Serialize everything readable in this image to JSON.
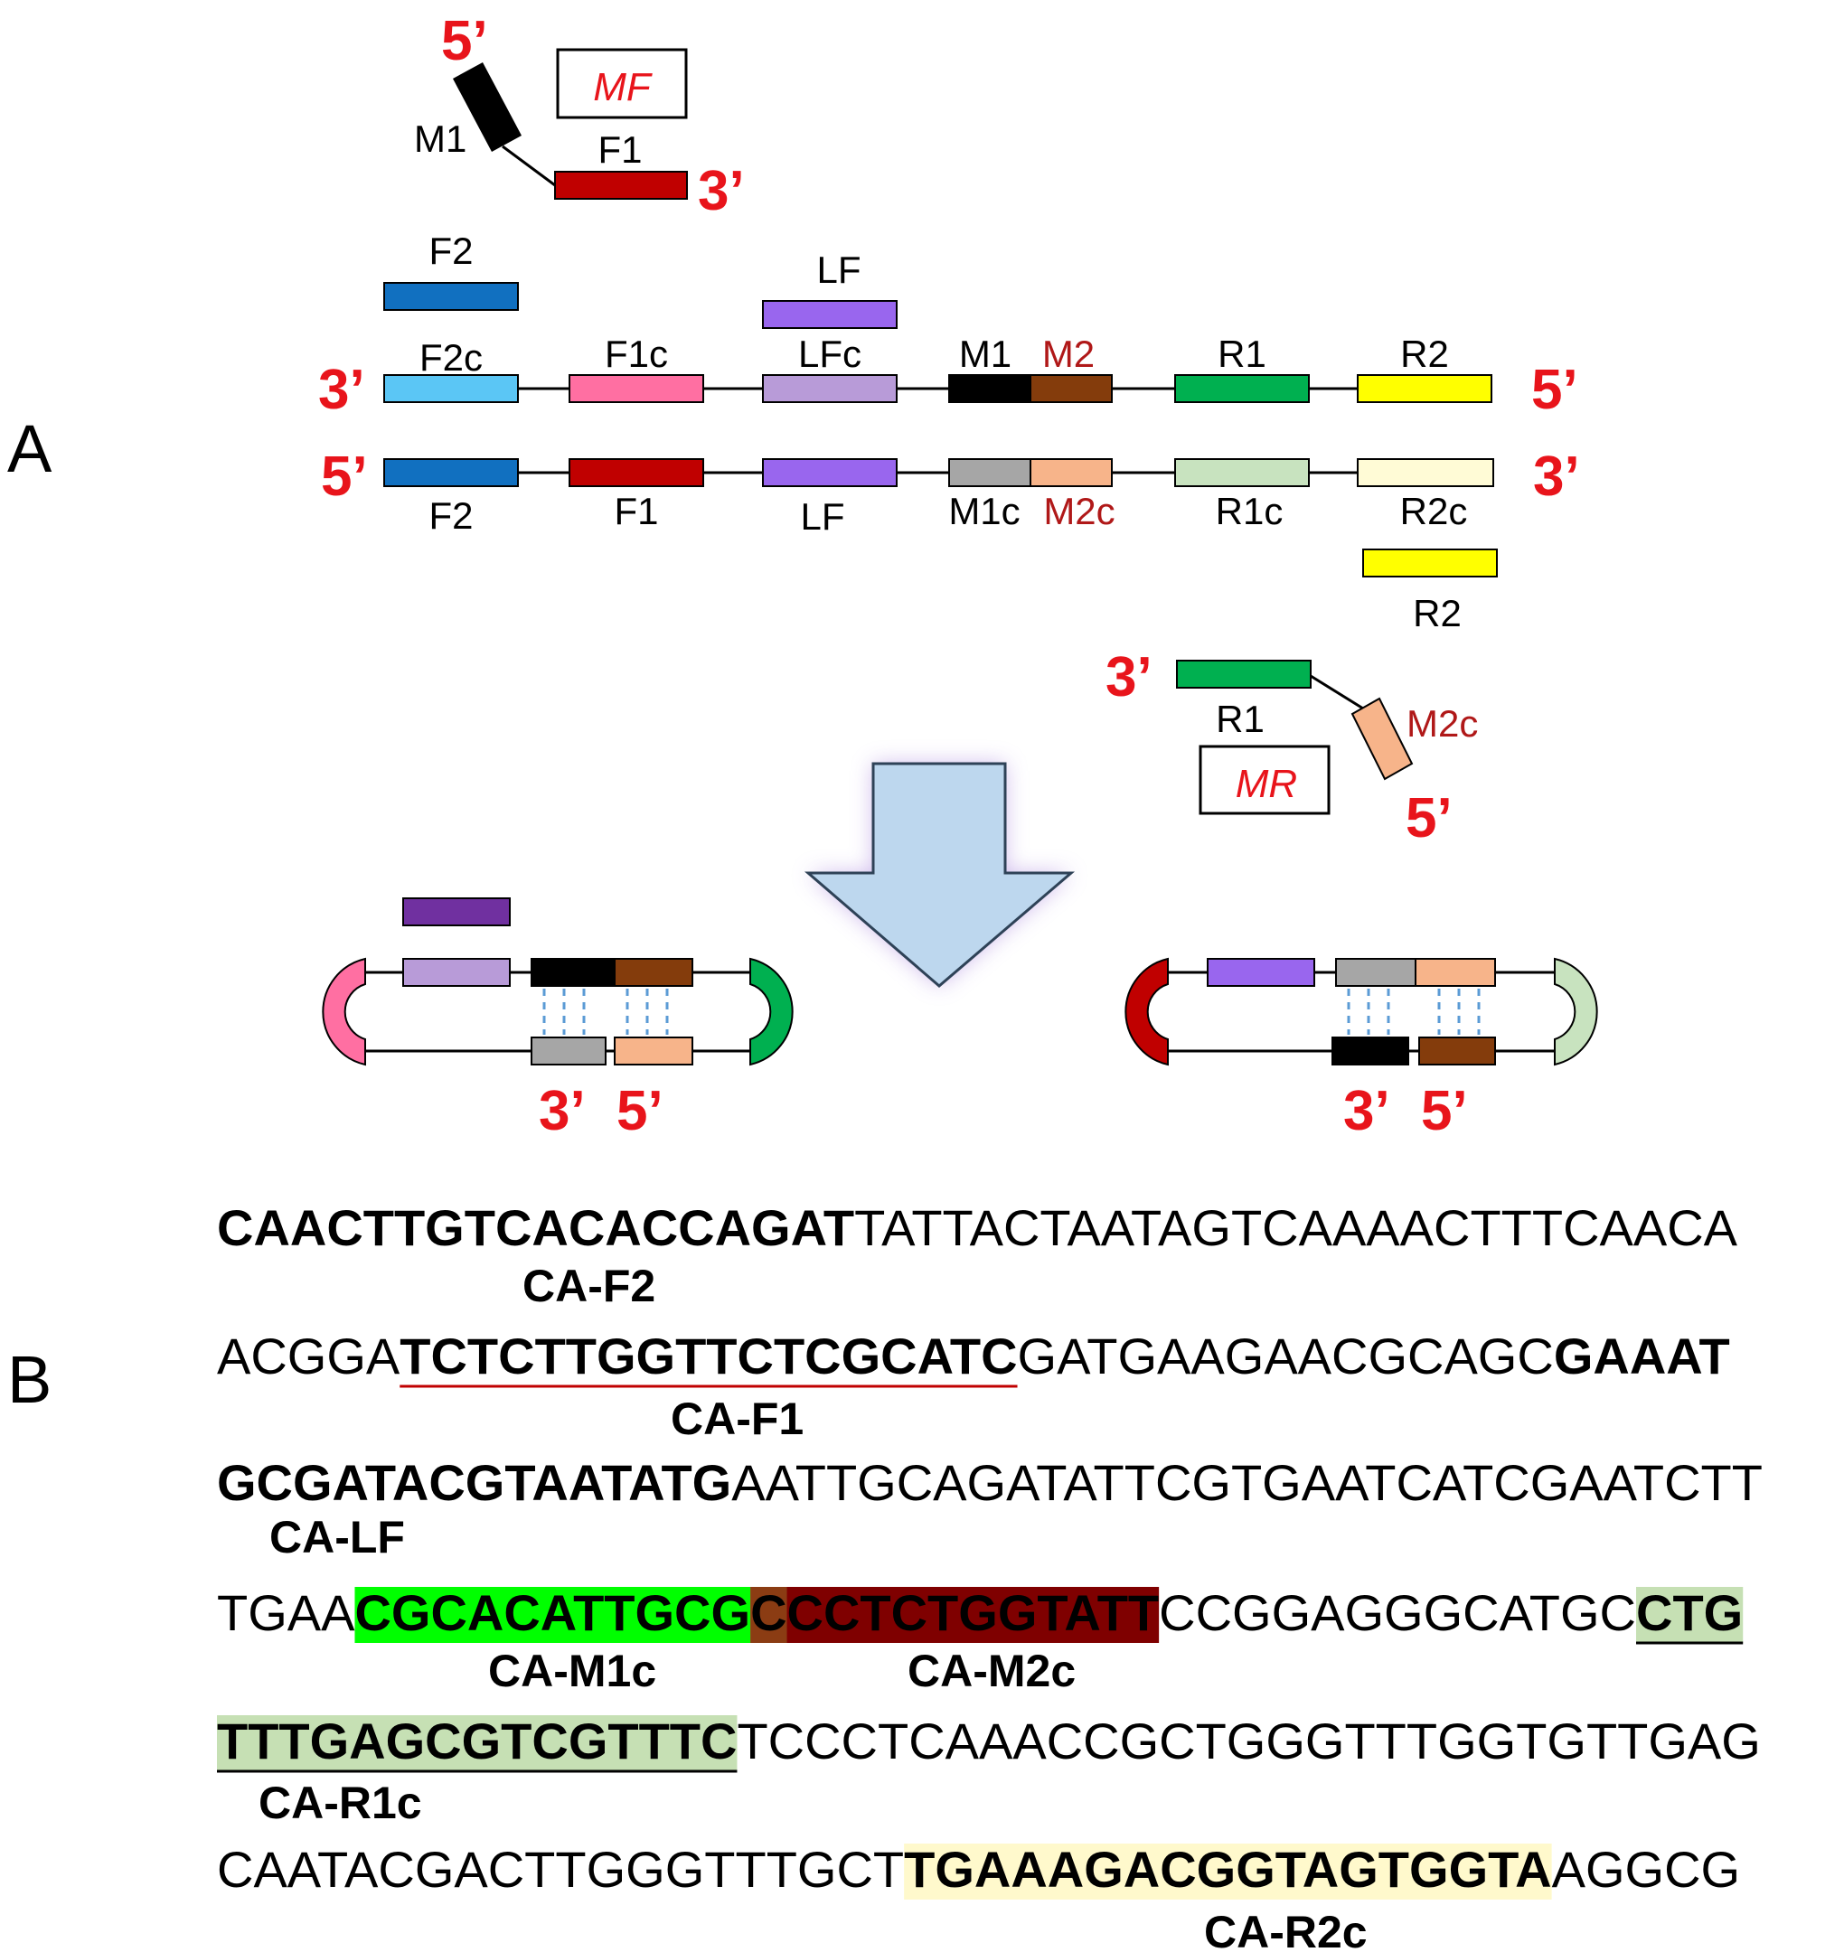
{
  "panels": {
    "a": "A",
    "b": "B"
  },
  "ends": {
    "five": "5’",
    "three": "3’"
  },
  "primers": {
    "mf": {
      "box": "MF",
      "m1": "M1",
      "f1": "F1"
    },
    "mr": {
      "box": "MR",
      "r1": "R1",
      "m2c": "M2c"
    }
  },
  "strand_top": {
    "above": [
      "F2",
      "LF"
    ],
    "segments": [
      "F2c",
      "F1c",
      "LFc",
      "M1",
      "M2",
      "R1",
      "R2"
    ]
  },
  "strand_bottom": {
    "segments": [
      "F2",
      "F1",
      "LF",
      "M1c",
      "M2c",
      "R1c",
      "R2c"
    ],
    "below": [
      "R2"
    ]
  },
  "loops": {
    "left": {
      "ends": [
        "3’",
        "5’"
      ]
    },
    "right": {
      "ends": [
        "3’",
        "5’"
      ]
    }
  },
  "sequence": {
    "lines": [
      [
        {
          "t": "CAACTTGTCACACCAGAT",
          "s": "f2"
        },
        {
          "t": "TATTACTAATAGTCAAAACTTTCAACA",
          "s": "plain"
        }
      ],
      [
        {
          "t": "ACGGA",
          "s": "plain"
        },
        {
          "t": "TCTCTTGGTTCTCGCATC",
          "s": "f1"
        },
        {
          "t": "GATGAAGAACGCAGC",
          "s": "plain"
        },
        {
          "t": "GAAAT",
          "s": "lf"
        }
      ],
      [
        {
          "t": "GCGATACGTAATATG",
          "s": "lf"
        },
        {
          "t": "AATTGCAGATATTCGTGAATCATCGAATCTT",
          "s": "plain"
        }
      ],
      [
        {
          "t": "TGAA",
          "s": "plain"
        },
        {
          "t": "CGCACATTGCG",
          "s": "m1c"
        },
        {
          "t": "C",
          "s": "overlap"
        },
        {
          "t": "CCTCTGGTATT",
          "s": "m2c"
        },
        {
          "t": "CCGGAGGGCATGC",
          "s": "plain"
        },
        {
          "t": "CTG",
          "s": "r1c"
        }
      ],
      [
        {
          "t": "TTTGAGCGTCGTTTC",
          "s": "r1c"
        },
        {
          "t": "TCCCTCAAACCGCTGGGTTTGGTGTTGAG",
          "s": "plain"
        }
      ],
      [
        {
          "t": "CAATACGACTTGGGTTTGCT",
          "s": "plain"
        },
        {
          "t": "TGAAAGACGGTAGTGGTA",
          "s": "r2c"
        },
        {
          "t": "AGGCG",
          "s": "plain"
        }
      ]
    ],
    "labels": [
      "CA-F2",
      "CA-F1",
      "CA-LF",
      "CA-M1c",
      "CA-M2c",
      "CA-R1c",
      "CA-R2c"
    ]
  },
  "colors": {
    "f2": "#1170c0",
    "f2c": "#5bc6f5",
    "f1": "#c00000",
    "f1c": "#ff6fa2",
    "lf": "#9966ee",
    "lfc": "#b89bd8",
    "lf_dark": "#7030a0",
    "m1": "#000000",
    "m1c": "#a6a6a6",
    "m2": "#843c0c",
    "m2c": "#f7b48a",
    "r1": "#00b050",
    "r1c": "#c8e3bf",
    "r2": "#ffff00",
    "r2c": "#fffbd6",
    "end_red": "#e8141b",
    "arrow_fill": "#bdd7ee",
    "arrow_stroke": "#2e4257",
    "seq_m1c_bg": "#00ff00",
    "seq_m2c_bg": "#7f0000",
    "seq_overlap_bg": "#8b3c13",
    "seq_r1c_bg": "#c6e0b4",
    "seq_r2c_bg": "#fff9cc"
  }
}
